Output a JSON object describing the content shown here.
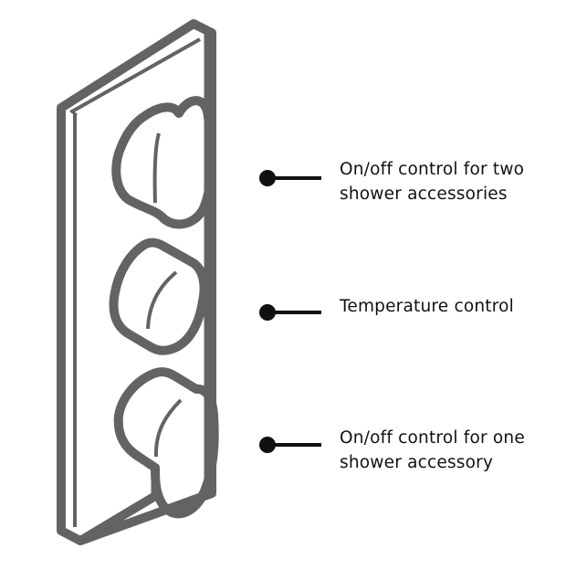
{
  "diagram": {
    "subject": "shower-valve-panel",
    "stroke_color": "#636363",
    "text_color": "#111111",
    "background": "#ffffff",
    "knobs": [
      {
        "id": "top",
        "role": "two-accessory-diverter"
      },
      {
        "id": "middle",
        "role": "thermostat"
      },
      {
        "id": "bottom",
        "role": "single-accessory-valve"
      }
    ]
  },
  "callouts": [
    {
      "line1": "On/off control for two",
      "line2": "shower accessories"
    },
    {
      "line1": "Temperature control",
      "line2": ""
    },
    {
      "line1": "On/off control for one",
      "line2": "shower accessory"
    }
  ]
}
